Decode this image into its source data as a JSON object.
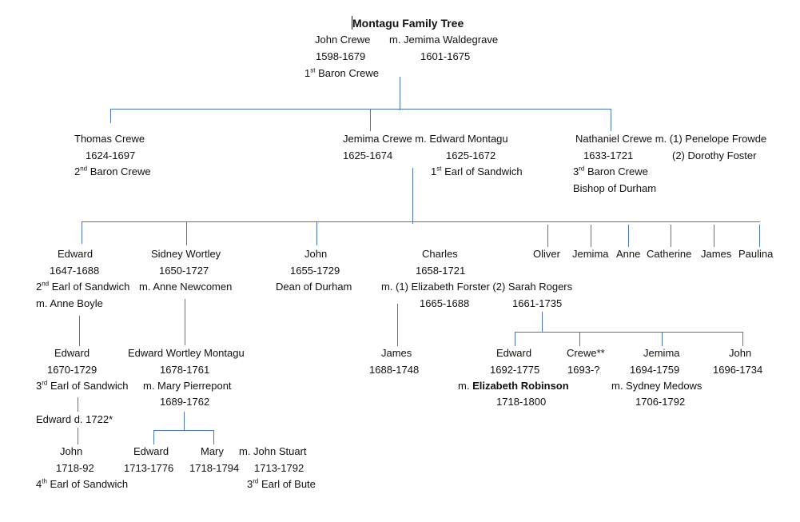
{
  "title": "Montagu Family Tree",
  "gen1": {
    "john_name": "John Crewe",
    "john_dates": "1598-1679",
    "john_ord": "1",
    "john_ord_sup": "st",
    "john_title": " Baron Crewe",
    "spouse_name": "m. Jemima Waldegrave",
    "spouse_dates": "1601-1675"
  },
  "gen2": {
    "thomas_name": "Thomas Crewe",
    "thomas_dates": "1624-1697",
    "thomas_ord": "2",
    "thomas_ord_sup": "nd",
    "thomas_title": " Baron Crewe",
    "jemima_line": "Jemima Crewe m. Edward Montagu",
    "jemima_dates": "1625-1674",
    "edward_dates": "1625-1672",
    "edward_ord": "1",
    "edward_ord_sup": "st",
    "edward_title": " Earl of Sandwich",
    "nathaniel_line": "Nathaniel Crewe m. (1) Penelope Frowde",
    "nathaniel_dates": "1633-1721",
    "nathaniel_spouse2": "(2) Dorothy Foster",
    "nathaniel_ord": "3",
    "nathaniel_ord_sup": "rd",
    "nathaniel_title": " Baron Crewe",
    "nathaniel_title2": "Bishop of Durham"
  },
  "gen3": {
    "edward_name": "Edward",
    "edward_dates": "1647-1688",
    "edward_ord": "2",
    "edward_ord_sup": "nd",
    "edward_title": " Earl of Sandwich",
    "edward_spouse": "m. Anne Boyle",
    "sidney_name": "Sidney Wortley",
    "sidney_dates": "1650-1727",
    "sidney_spouse": "m. Anne Newcomen",
    "john_name": "John",
    "john_dates": "1655-1729",
    "john_title": "Dean of Durham",
    "charles_name": "Charles",
    "charles_dates": "1658-1721",
    "charles_spouses": "m. (1) Elizabeth Forster (2) Sarah Rogers",
    "charles_spouse1_dates": "1665-1688",
    "charles_spouse2_dates": "1661-1735",
    "others": [
      "Oliver",
      "Jemima",
      "Anne",
      "Catherine",
      "James",
      "Paulina"
    ]
  },
  "gen4": {
    "edward_name": "Edward",
    "edward_dates": "1670-1729",
    "edward_ord": "3",
    "edward_ord_sup": "rd",
    "edward_title": " Earl of Sandwich",
    "edward_son": "Edward d. 1722*",
    "ewm_name": "Edward Wortley Montagu",
    "ewm_dates": "1678-1761",
    "ewm_spouse": "m. Mary Pierrepont",
    "ewm_spouse_dates": "1689-1762",
    "james_name": "James",
    "james_dates": "1688-1748",
    "c_edward_name": "Edward",
    "c_edward_dates": "1692-1775",
    "c_edward_spouse_prefix": "m. ",
    "c_edward_spouse": "Elizabeth Robinson",
    "c_edward_spouse_dates": "1718-1800",
    "crewe_name": "Crewe**",
    "crewe_dates": "1693-?",
    "jemima_name": "Jemima",
    "jemima_dates": "1694-1759",
    "jemima_spouse": "m. Sydney Medows",
    "jemima_spouse_dates": "1706-1792",
    "c_john_name": "John",
    "c_john_dates": "1696-1734"
  },
  "gen5": {
    "john_name": "John",
    "john_dates": "1718-92",
    "john_ord": "4",
    "john_ord_sup": "th",
    "john_title": " Earl of Sandwich",
    "edward_name": "Edward",
    "edward_dates": "1713-1776",
    "mary_name": "Mary",
    "mary_dates": "1718-1794",
    "mary_spouse": "m. John Stuart",
    "mary_spouse_dates": "1713-1792",
    "mary_spouse_ord": "3",
    "mary_spouse_ord_sup": "rd",
    "mary_spouse_title": " Earl of Bute"
  },
  "colors": {
    "connector": "#4a74c4",
    "text": "#111111"
  }
}
